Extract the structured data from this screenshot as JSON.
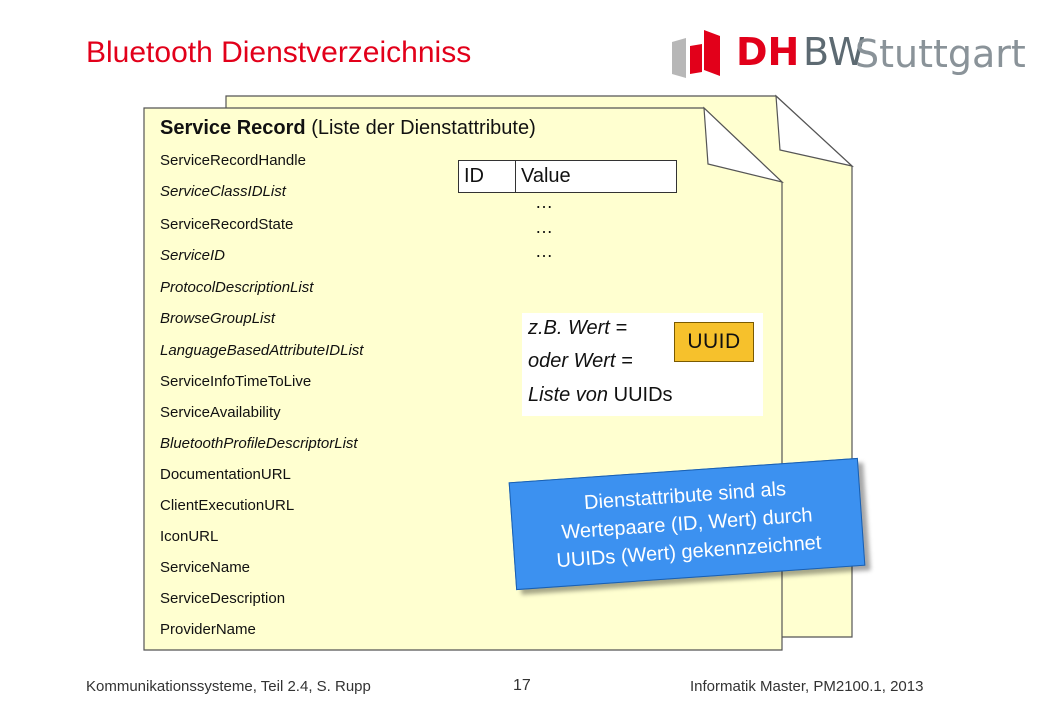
{
  "title": "Bluetooth Dienstverzeichniss",
  "logo": {
    "dh": "DH",
    "bw": "BW",
    "city": "Stuttgart"
  },
  "record": {
    "title_bold": "Service Record",
    "title_rest": "(Liste der Dienstattribute)",
    "attributes": [
      "ServiceRecordHandle",
      "ServiceClassIDList",
      "ServiceRecordState",
      "ServiceID",
      "ProtocolDescriptionList",
      "BrowseGroupList",
      "LanguageBasedAttributeIDList",
      "ServiceInfoTimeToLive",
      "ServiceAvailability",
      "BluetoothProfileDescriptorList",
      "DocumentationURL",
      "ClientExecutionURL",
      "IconURL",
      "ServiceName",
      "ServiceDescription",
      "ProviderName"
    ]
  },
  "id_value_table": {
    "id_header": "ID",
    "value_header": "Value",
    "rows": [
      "…",
      "…",
      "…"
    ]
  },
  "example": {
    "line1": "z.B. Wert =",
    "line2": "oder Wert =",
    "line3_italic": "Liste von",
    "line3_rest": "UUIDs",
    "uuid_badge": "UUID"
  },
  "callout": {
    "lines": [
      "Dienstattribute sind als",
      "Wertepaare (ID, Wert) durch",
      "UUIDs (Wert) gekennzeichnet"
    ]
  },
  "footer": {
    "left": "Kommunikationssysteme, Teil 2.4,  S. Rupp",
    "page": "17",
    "right": "Informatik Master,  PM2100.1, 2013"
  },
  "colors": {
    "title": "#e2001a",
    "page_fill": "#ffffd0",
    "callout": "#3c91f0",
    "badge": "#f6c12c"
  }
}
